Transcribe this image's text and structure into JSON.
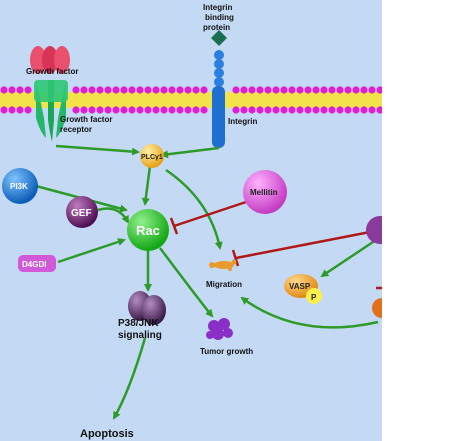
{
  "labels": {
    "growth_factor": "Growth factor",
    "growth_factor_receptor_line1": "Growth factor",
    "growth_factor_receptor_line2": "receptor",
    "integrin_binding_line1": "Integrin",
    "integrin_binding_line2": "binding",
    "integrin_binding_line3": "protein",
    "integrin": "Integrin",
    "plc": "PLCγ1",
    "pi3k": "PI3K",
    "mellitin": "Mellitin",
    "gef": "GEF",
    "rac": "Rac",
    "d4gdi": "D4GDI",
    "migration": "Migration",
    "vasp": "VASP",
    "phospho": "P",
    "p38_line1": "P38/JNK",
    "p38_line2": "signaling",
    "tumor_growth": "Tumor growth",
    "apoptosis": "Apoptosis"
  },
  "colors": {
    "background": "#c4daf4",
    "membrane_head": "#dd1ed6",
    "membrane_tail": "#f3e24a",
    "activation_arrow": "#2e9a2a",
    "inhibition_line": "#b01818",
    "rac_node": "#19c219",
    "plc_node": "#f5b71d",
    "pi3k_node": "#1877d2",
    "mellitin_node": "#e24be0",
    "gef_node": "#7a1c7a",
    "d4gdi_node": "#d25ad8",
    "vasp_node": "#f2a020",
    "p38_node": "#6a3a78",
    "tumor_node": "#8a2ec8",
    "integrin_node": "#1f6fd0",
    "growth_factor_node": "#e83c5a",
    "receptor_node": "#22b86a"
  }
}
